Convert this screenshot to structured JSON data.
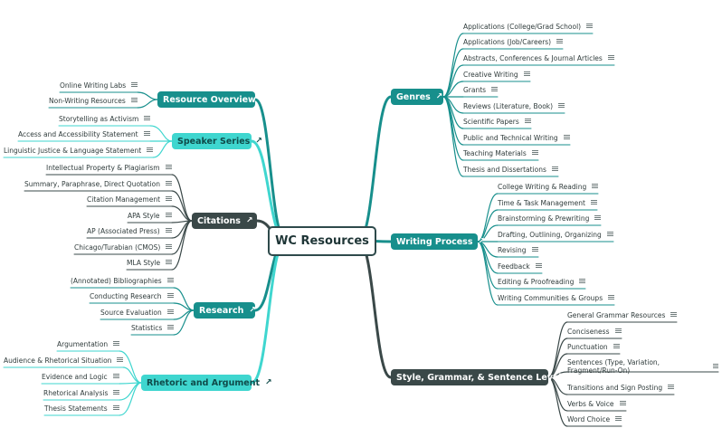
{
  "title": "WC Resources",
  "colors": {
    "teal": "#178f8c",
    "aqua": "#3fd6cf",
    "dark": "#3a4848",
    "center_border": "#2e4a4b"
  },
  "icons": {
    "link": "external-link-icon",
    "notes": "notes-icon"
  },
  "branches": [
    {
      "id": "genres",
      "label": "Genres",
      "side": "right",
      "style": "teal",
      "children": [
        "Applications (College/Grad School)",
        "Applications (Job/Careers)",
        "Abstracts, Conferences & Journal Articles",
        "Creative Writing",
        "Grants",
        "Reviews (Literature, Book)",
        "Scientific Papers",
        "Public and Technical Writing",
        "Teaching Materials",
        "Thesis and Dissertations"
      ]
    },
    {
      "id": "writing-process",
      "label": "Writing Process",
      "side": "right",
      "style": "teal",
      "children": [
        "College Writing & Reading",
        "Time & Task Management",
        "Brainstorming & Prewriting",
        "Drafting, Outlining, Organizing",
        "Revising",
        "Feedback",
        "Editing & Proofreading",
        "Writing Communities & Groups"
      ]
    },
    {
      "id": "style-grammar",
      "label": "Style, Grammar, & Sentence Level",
      "side": "right",
      "style": "dark",
      "children": [
        "General Grammar Resources",
        "Conciseness",
        "Punctuation",
        "Sentences (Type, Variation, Fragment/Run-On)",
        "Transitions and Sign Posting",
        "Verbs & Voice",
        "Word Choice"
      ]
    },
    {
      "id": "resource-overview",
      "label": "Resource Overview",
      "side": "left",
      "style": "teal",
      "children": [
        "Online Writing Labs",
        "Non-Writing Resources"
      ]
    },
    {
      "id": "speaker-series",
      "label": "Speaker Series",
      "side": "left",
      "style": "aqua",
      "children": [
        "Storytelling as Activism",
        "Access and Accessibility Statement",
        "Linguistic Justice & Language Statement"
      ]
    },
    {
      "id": "citations",
      "label": "Citations",
      "side": "left",
      "style": "dark",
      "children": [
        "Intellectual Property & Plagiarism",
        "Summary, Paraphrase, Direct Quotation",
        "Citation Management",
        "APA Style",
        "AP (Associated Press)",
        "Chicago/Turabian (CMOS)",
        "MLA Style"
      ]
    },
    {
      "id": "research",
      "label": "Research",
      "side": "left",
      "style": "teal",
      "children": [
        "(Annotated) Bibliographies",
        "Conducting Research",
        "Source Evaluation",
        "Statistics"
      ]
    },
    {
      "id": "rhetoric",
      "label": "Rhetoric and Argument",
      "side": "left",
      "style": "aqua",
      "children": [
        "Argumentation",
        "Audience & Rhetorical Situation",
        "Evidence and Logic",
        "Rhetorical Analysis",
        "Thesis Statements"
      ]
    }
  ]
}
